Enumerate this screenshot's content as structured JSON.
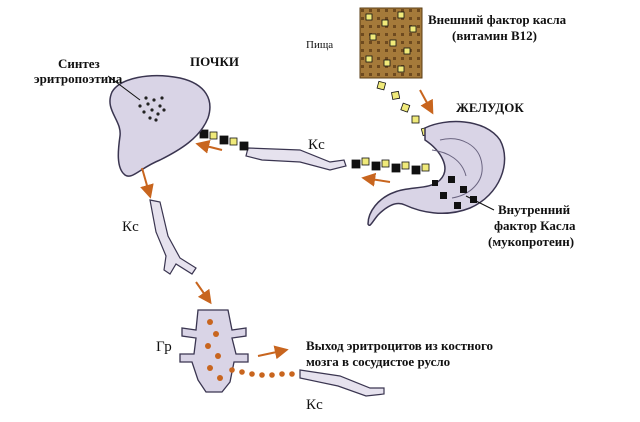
{
  "labels": {
    "food": "Пища",
    "external_factor_line1": "Внешний фактор касла",
    "external_factor_line2": "(витамин B12)",
    "kidneys": "ПОЧКИ",
    "synthesis_line1": "Синтез",
    "synthesis_line2": "эритропоэтина",
    "stomach": "ЖЕЛУДОК",
    "kc_top": "Кс",
    "kc_left": "Кс",
    "kc_bottom": "Кс",
    "internal_factor_line1": "Внутренний",
    "internal_factor_line2": "фактор Касла",
    "internal_factor_line3": "(мукопротеин)",
    "gr": "Гр",
    "exit_line1": "Выход эритроцитов из костного",
    "exit_line2": "мозга в сосудистое русло"
  },
  "colors": {
    "arrow": "#c8651e",
    "dots": "#c8651e",
    "vitamin": "#e8e36a",
    "factor": "#111111",
    "organ_fill": "#d9d4e6",
    "organ_stroke": "#3a3550",
    "food_fill": "#a57a3a"
  }
}
